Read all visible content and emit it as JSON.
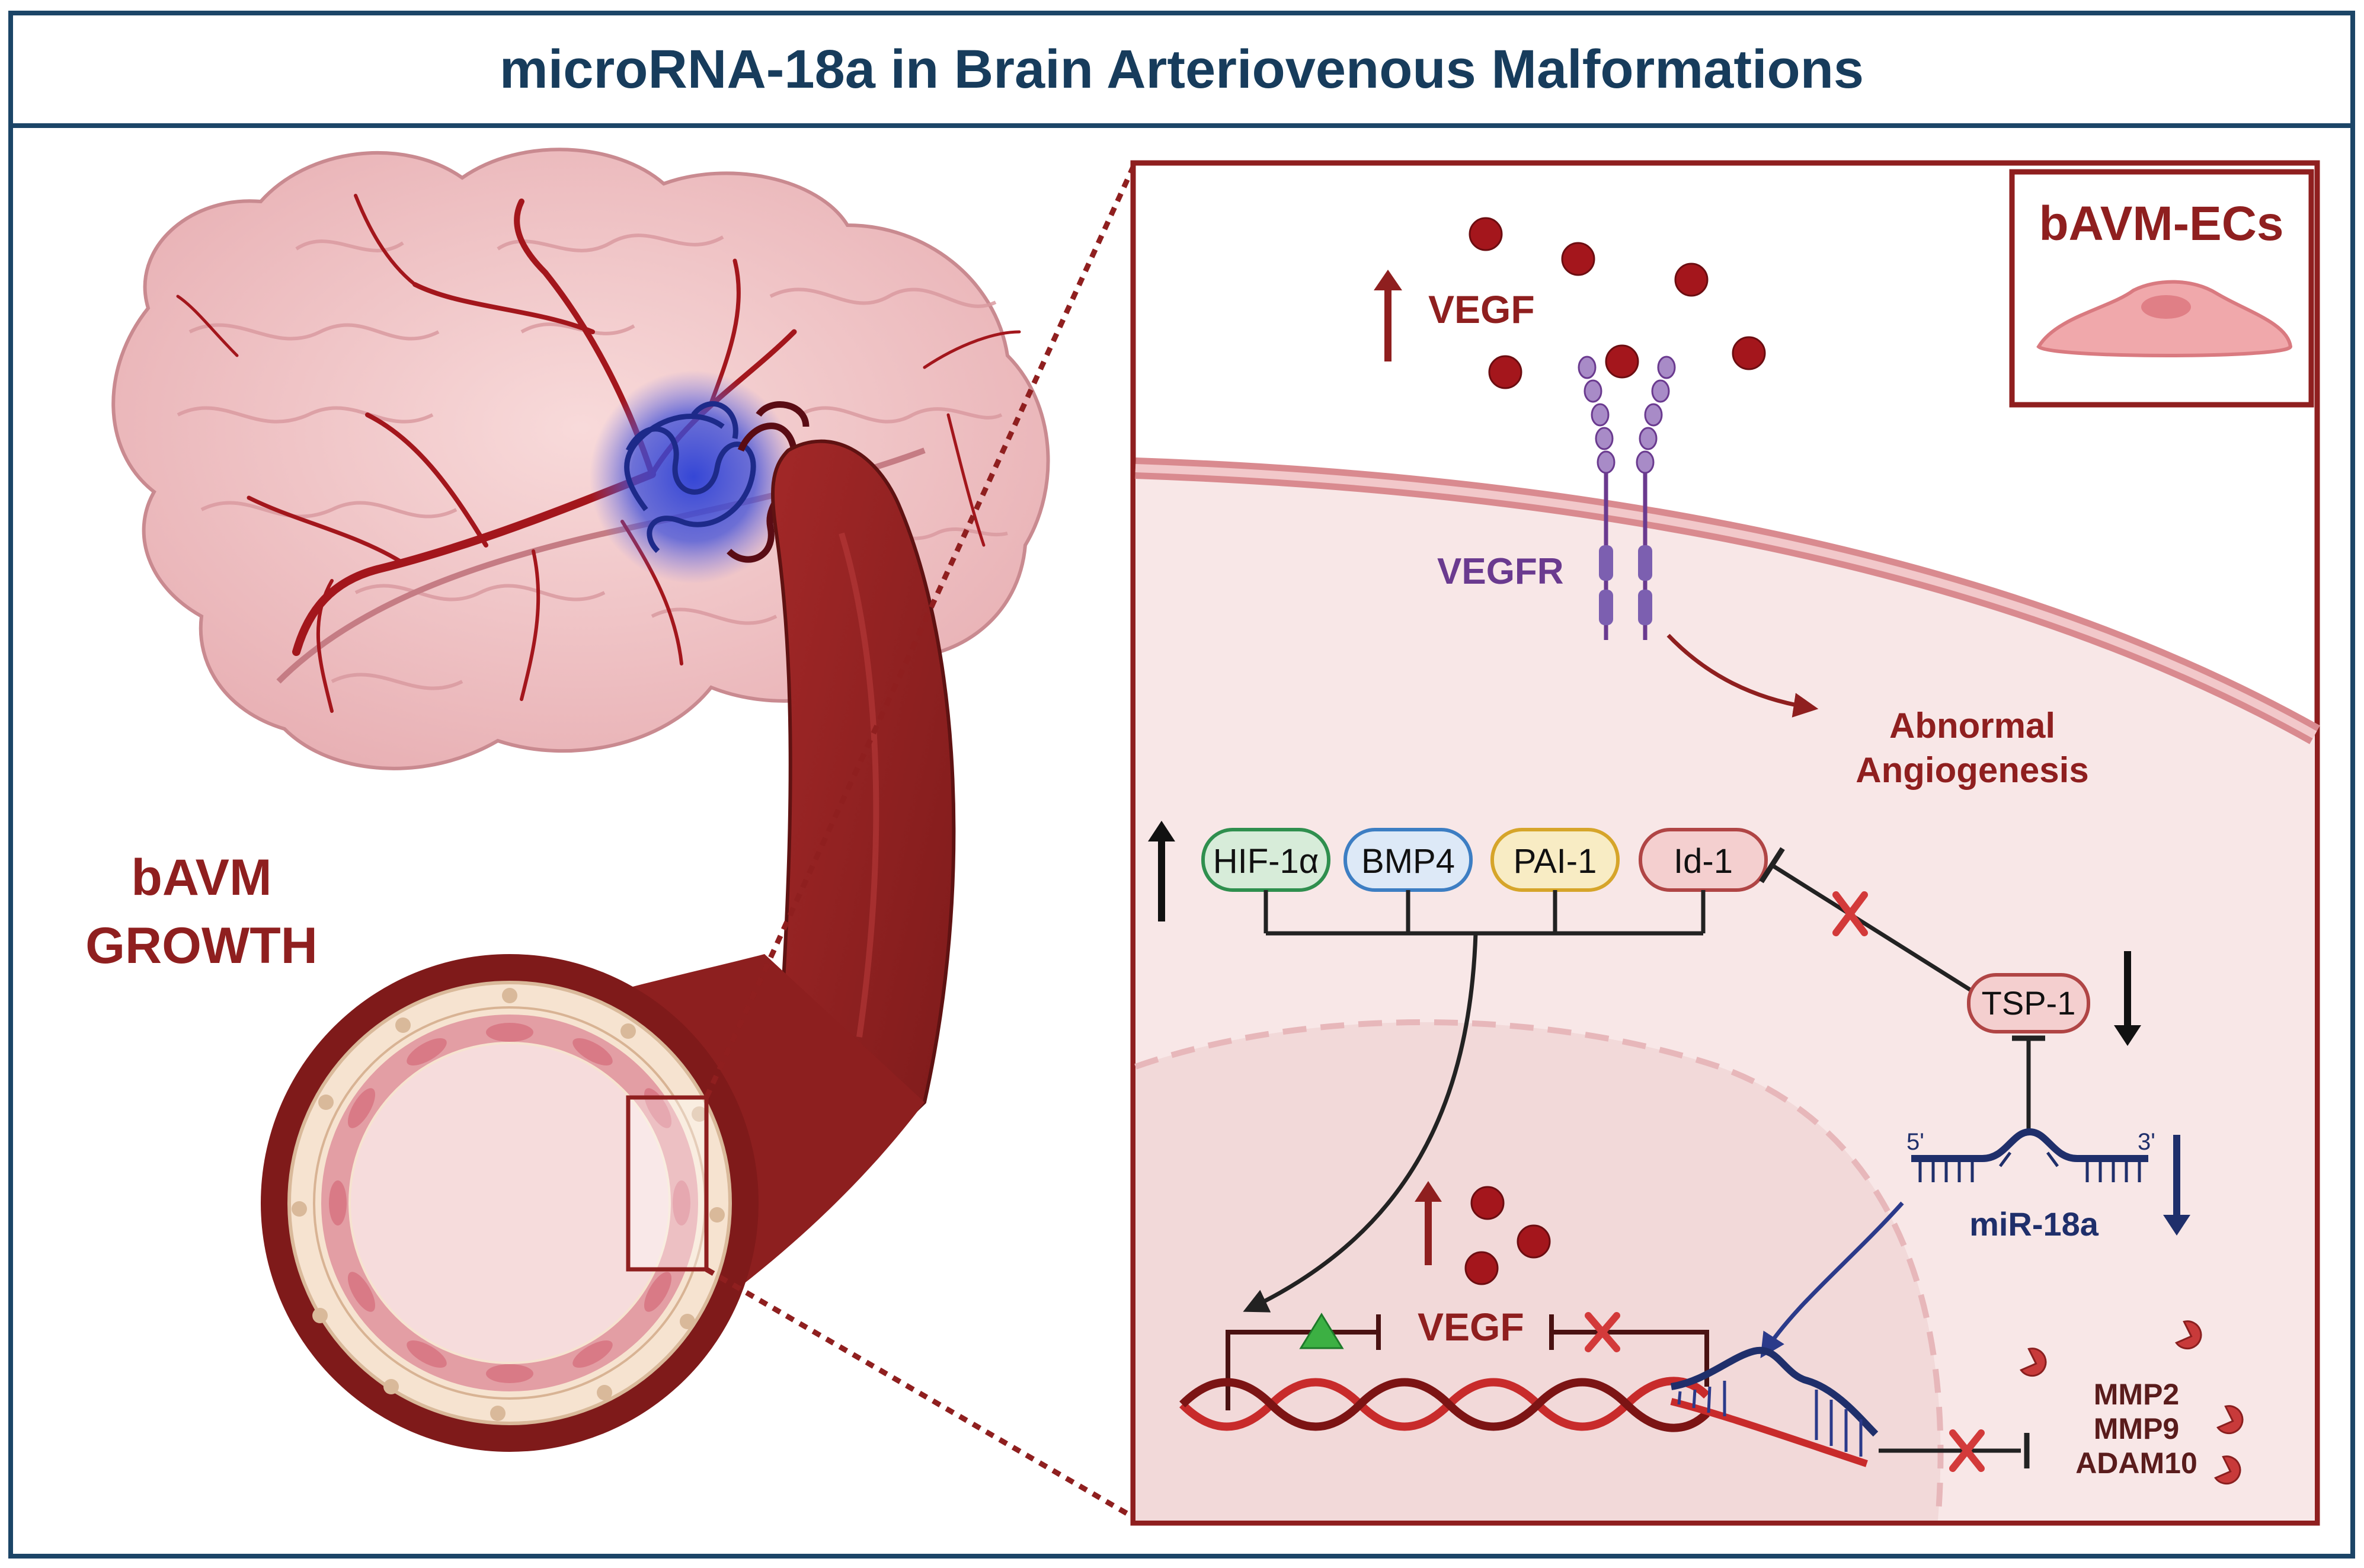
{
  "title": "microRNA-18a in Brain Arteriovenous Malformations",
  "left": {
    "growth_line1": "bAVM",
    "growth_line2": "GROWTH"
  },
  "panel": {
    "cell_type_label": "bAVM-ECs",
    "vegf_extracellular": "VEGF",
    "vegfr": "VEGFR",
    "outcome_line1": "Abnormal",
    "outcome_line2": "Angiogenesis",
    "factors": [
      {
        "label": "HIF-1α",
        "fill": "#d7ecd9",
        "stroke": "#2f8f4e"
      },
      {
        "label": "BMP4",
        "fill": "#dde9f7",
        "stroke": "#3d7ec3"
      },
      {
        "label": "PAI-1",
        "fill": "#f8ecc4",
        "stroke": "#d6a52a"
      },
      {
        "label": "Id-1",
        "fill": "#f4cfcf",
        "stroke": "#b04545"
      }
    ],
    "tsp1": "TSP-1",
    "mirna": "miR-18a",
    "five_prime": "5'",
    "three_prime": "3'",
    "vegf_nuclear": "VEGF",
    "proteases": [
      "MMP2",
      "MMP9",
      "ADAM10"
    ]
  },
  "colors": {
    "title": "#173c5c",
    "frame": "#1c4567",
    "dark_red": "#8f1f1f",
    "vegfr_purple": "#6a3a8f",
    "mirna_navy": "#1f2f6b",
    "inhibit_x": "#d33a3a"
  }
}
